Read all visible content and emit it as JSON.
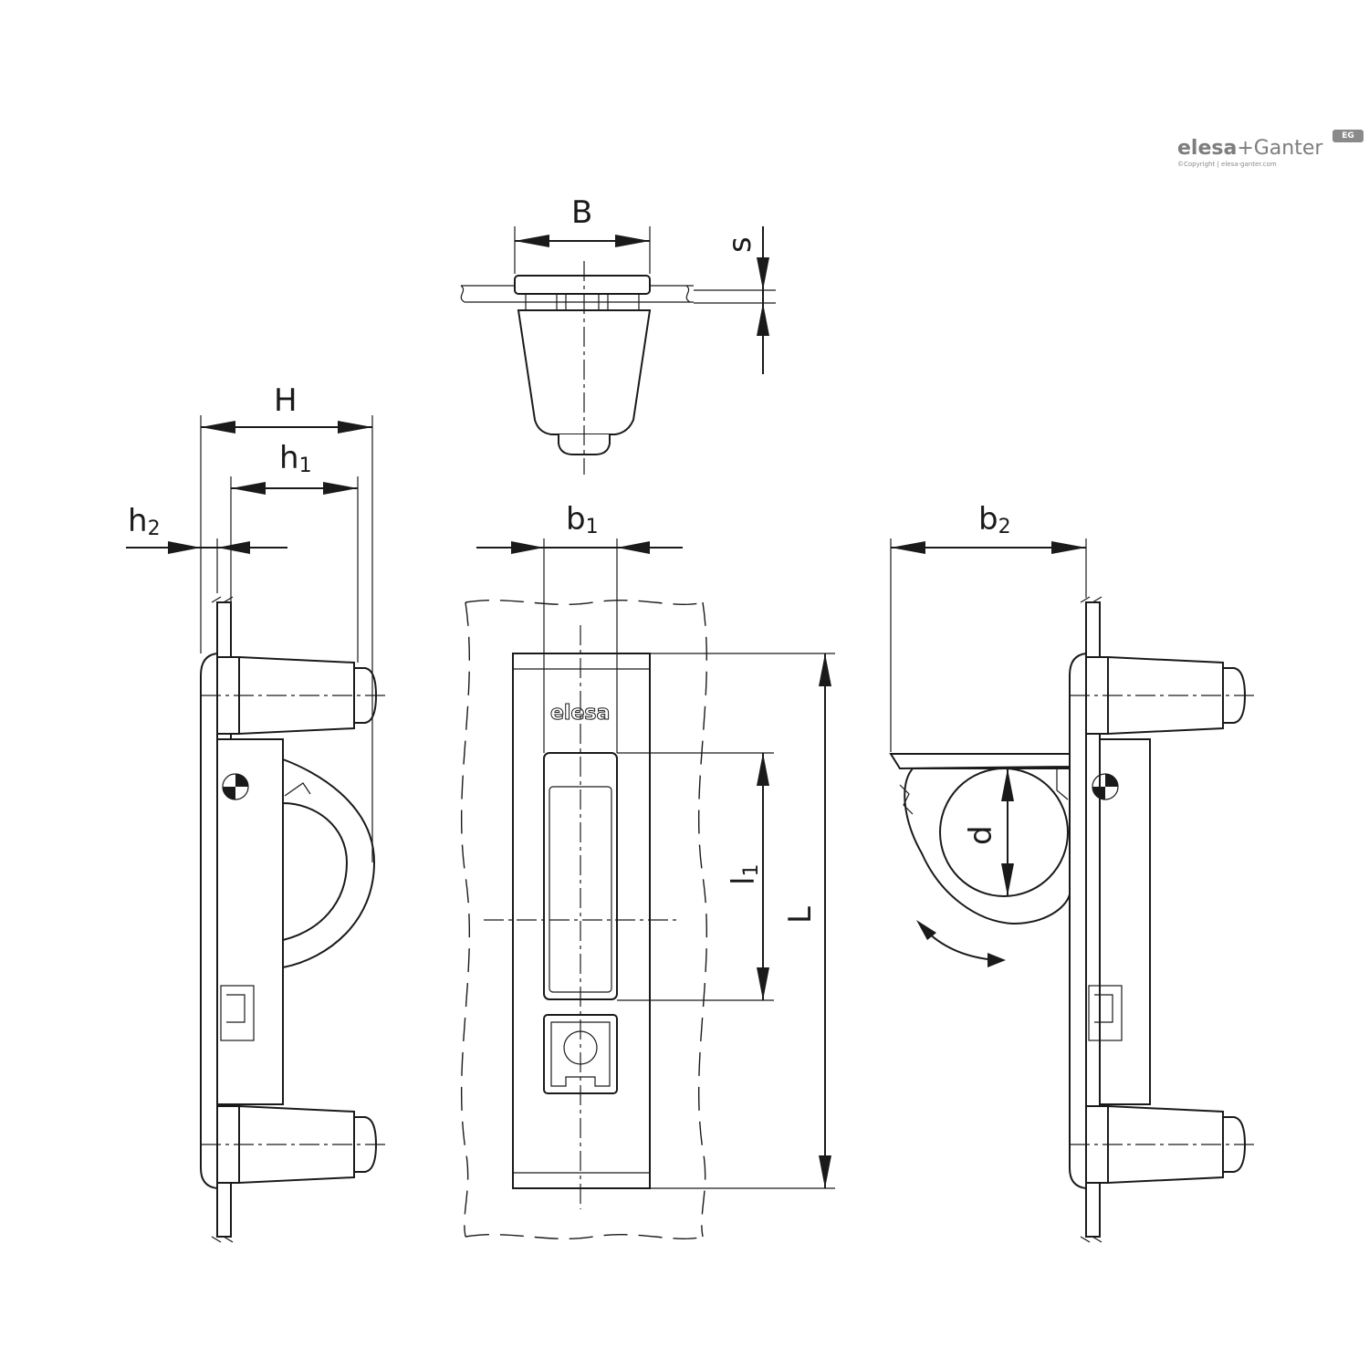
{
  "logo": {
    "brand_left": "elesa",
    "brand_right": "+Ganter",
    "badge": "EG",
    "copyright": "©Copyright | elesa-ganter.com"
  },
  "labels": {
    "B": "B",
    "s": "s",
    "H": "H",
    "h1_main": "h",
    "h1_sub": "1",
    "h2_main": "h",
    "h2_sub": "2",
    "b1_main": "b",
    "b1_sub": "1",
    "b2_main": "b",
    "b2_sub": "2",
    "l1_main": "l",
    "l1_sub": "1",
    "L": "L",
    "d": "d",
    "front_brand": "elesa"
  }
}
